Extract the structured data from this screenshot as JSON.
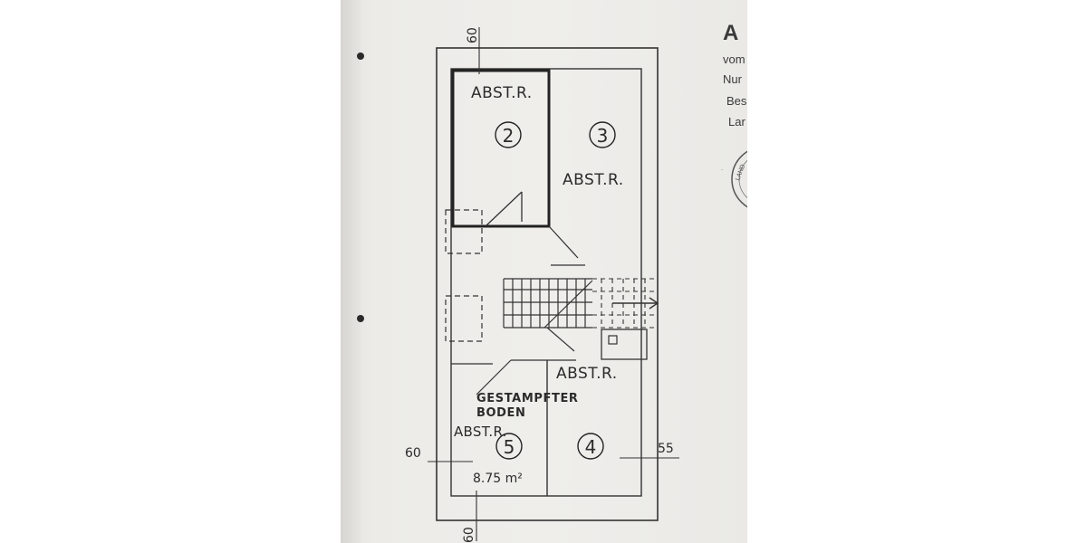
{
  "plan": {
    "rooms": [
      {
        "number": "2",
        "label": "ABST.R."
      },
      {
        "number": "3",
        "label": "ABST.R."
      },
      {
        "number": "4",
        "label": "ABST.R."
      },
      {
        "number": "5",
        "label": "ABST.R.",
        "area": "8.75 m²"
      }
    ],
    "floor_note_line1": "GESTAMPFTER",
    "floor_note_line2": "BODEN",
    "dimensions": {
      "top": "60",
      "left": "60",
      "right": "55",
      "bottom": "60"
    }
  },
  "sidebar": {
    "heading": "A",
    "lines": [
      "vom",
      "Nur",
      "Bes",
      "Lar"
    ],
    "stamp_text": "LAND"
  }
}
